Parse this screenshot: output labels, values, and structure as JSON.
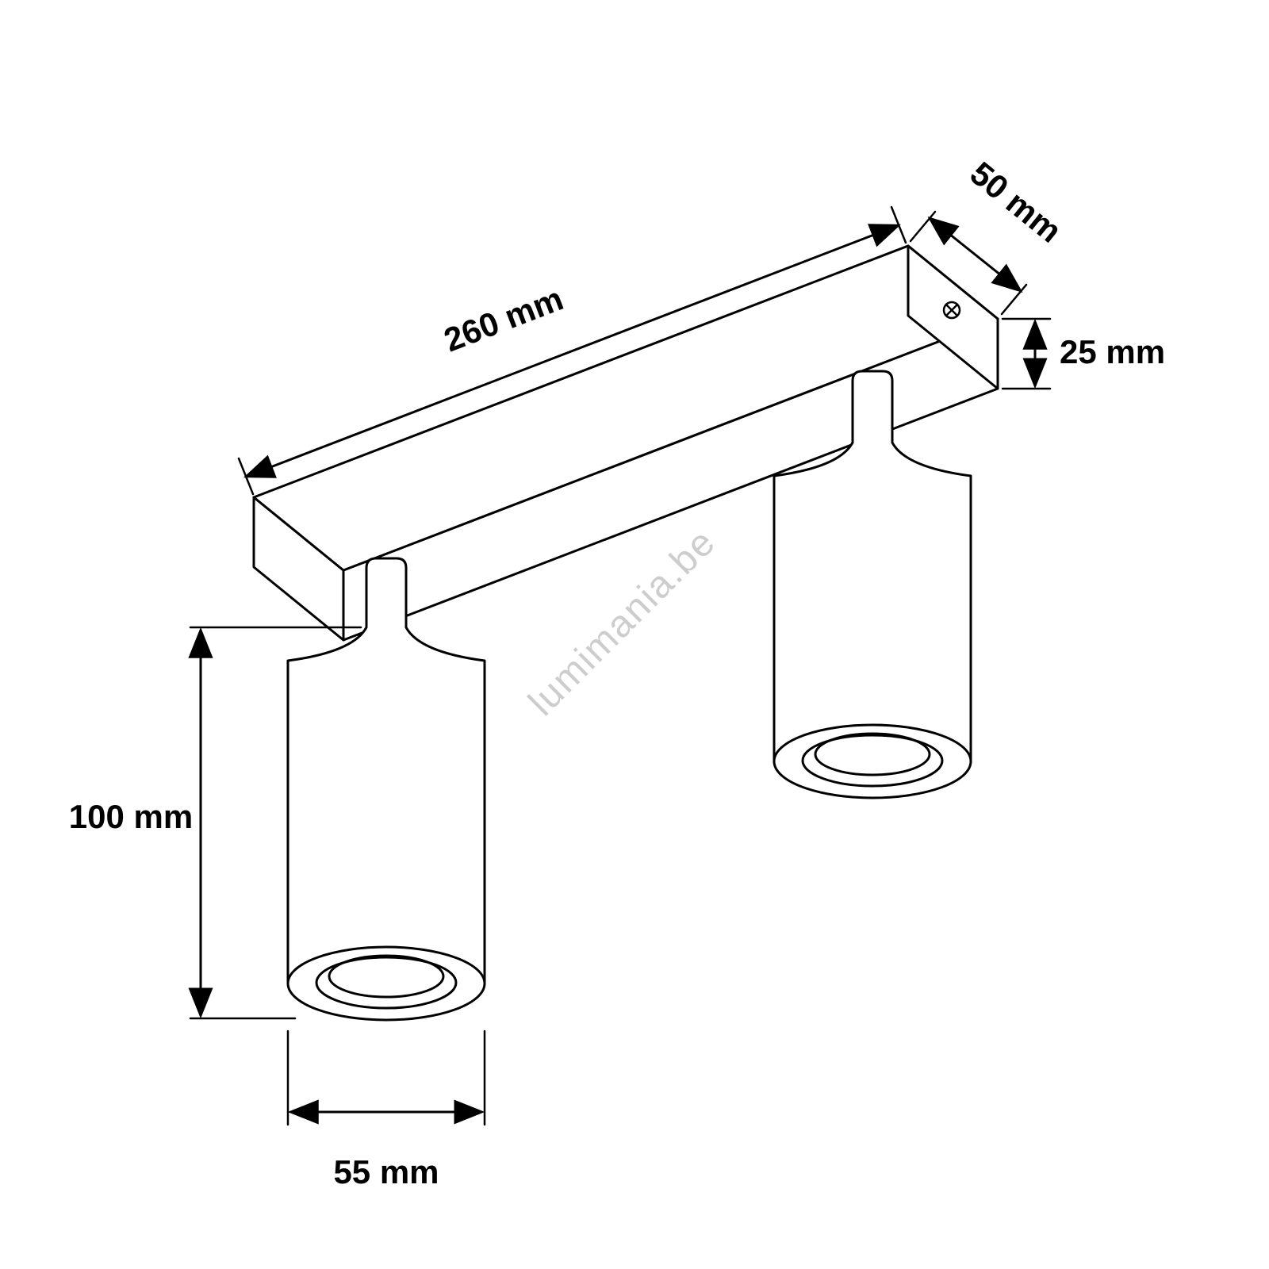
{
  "diagram": {
    "labels": {
      "bar_length": "260 mm",
      "bar_depth": "50 mm",
      "bar_height": "25 mm",
      "spot_height": "100 mm",
      "spot_diameter": "55 mm"
    },
    "watermark": {
      "text": "lumimania.be"
    },
    "colors": {
      "line": "#000000",
      "watermark": "#c8c8c8"
    }
  }
}
